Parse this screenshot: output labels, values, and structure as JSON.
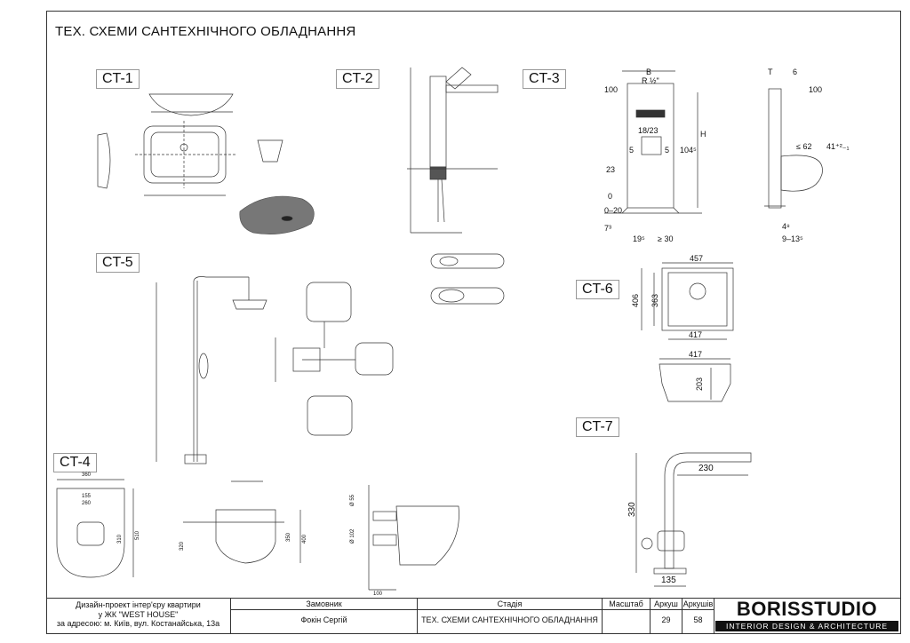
{
  "sheet": {
    "title": "ТЕХ. СХЕМИ САНТЕХНІЧНОГО ОБЛАДНАННЯ"
  },
  "labels": {
    "ct1": "CT-1",
    "ct2": "CT-2",
    "ct3": "CT-3",
    "ct4": "CT-4",
    "ct5": "CT-5",
    "ct6": "CT-6",
    "ct7": "CT-7"
  },
  "ct3_dims": {
    "b": "B",
    "r": "R ½\"",
    "t": "T",
    "six": "6",
    "d100a": "100",
    "d100b": "100",
    "h": "H",
    "d104": "104⁵",
    "d1823": "18/23",
    "d5a": "5",
    "d5b": "5",
    "d23": "23",
    "d0": "0",
    "d020": "0–20",
    "d73": "7³",
    "d195": "19⁵",
    "dge30": "≥ 30",
    "dle62": "≤ 62",
    "d41": "41⁺²₋₁",
    "d48": "4⁸",
    "d9135": "9–13⁵"
  },
  "ct6_dims": {
    "w457": "457",
    "h406": "406",
    "h363": "363",
    "w417a": "417",
    "w417b": "417",
    "h203": "203"
  },
  "ct7_dims": {
    "w230": "230",
    "h330": "330",
    "w135": "135"
  },
  "ct4_dims": {
    "w360": "360",
    "w155": "155",
    "w260": "260",
    "h310": "310",
    "h510": "510",
    "h320": "320",
    "h350": "350",
    "h400": "400",
    "d55": "Ø 55",
    "d102": "Ø 102",
    "w100": "100"
  },
  "title_block": {
    "project_line1": "Дизайн-проект інтер'єру квартири",
    "project_line2": "у ЖК \"WEST HOUSE\"",
    "project_line3": "за адресою: м. Київ, вул. Костанайська, 13а",
    "client_header": "Замовник",
    "client_value": "Фокін Сергій",
    "stage_header": "Стадія",
    "stage_value": "ТЕХ. СХЕМИ САНТЕХНІЧНОГО ОБЛАДНАННЯ",
    "scale_header": "Масштаб",
    "scale_value": "",
    "sheet_header": "Аркуш",
    "sheet_value": "29",
    "sheets_header": "Аркушів",
    "sheets_value": "58"
  },
  "logo": {
    "name": "BORISSTUDIO",
    "tagline": "INTERIOR DESIGN & ARCHITECTURE"
  }
}
